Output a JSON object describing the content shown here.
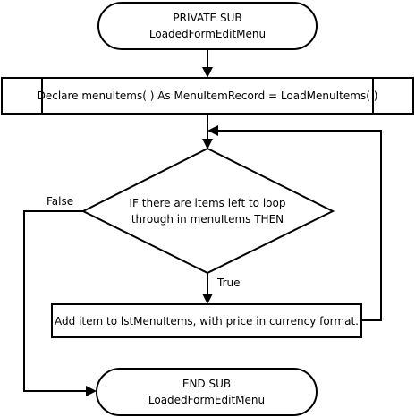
{
  "flowchart": {
    "start": {
      "line1": "PRIVATE SUB",
      "line2": "LoadedFormEditMenu"
    },
    "declare": {
      "text": "Declare menuItems( ) As MenuItemRecord = LoadMenuItems( )"
    },
    "decision": {
      "line1": "IF there are items left to loop",
      "line2": "through in menuItems THEN"
    },
    "process": {
      "text": "Add item to lstMenuItems, with price in currency format."
    },
    "end": {
      "line1": "END SUB",
      "line2": "LoadedFormEditMenu"
    },
    "labels": {
      "false": "False",
      "true": "True"
    }
  }
}
